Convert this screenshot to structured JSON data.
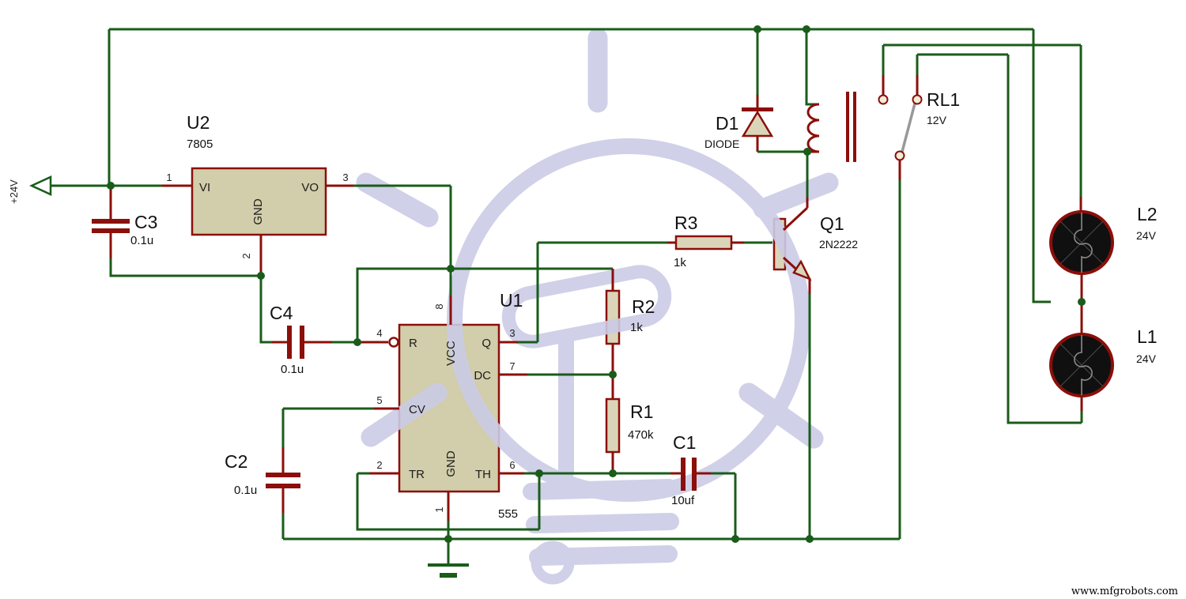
{
  "page": {
    "credit": "www.mfgrobots.com"
  },
  "power": {
    "rail_label": "+24V"
  },
  "colors": {
    "wire": "#1a5c1a",
    "component": "#8b0f0a",
    "body_fill": "#d2cdaa",
    "watermark": "#cbcbe6"
  },
  "components": {
    "u2": {
      "ref": "U2",
      "value": "7805",
      "pins": {
        "vi": "VI",
        "vo": "VO",
        "gnd": "GND",
        "n1": "1",
        "n2": "2",
        "n3": "3"
      }
    },
    "u1": {
      "ref": "U1",
      "value": "555",
      "pins": {
        "r": "R",
        "cv": "CV",
        "tr": "TR",
        "vcc": "VCC",
        "gnd": "GND",
        "q": "Q",
        "dc": "DC",
        "th": "TH",
        "n1": "1",
        "n2": "2",
        "n3": "3",
        "n4": "4",
        "n5": "5",
        "n6": "6",
        "n7": "7",
        "n8": "8"
      }
    },
    "c1": {
      "ref": "C1",
      "value": "10uf"
    },
    "c2": {
      "ref": "C2",
      "value": "0.1u"
    },
    "c3": {
      "ref": "C3",
      "value": "0.1u"
    },
    "c4": {
      "ref": "C4",
      "value": "0.1u"
    },
    "r1": {
      "ref": "R1",
      "value": "470k"
    },
    "r2": {
      "ref": "R2",
      "value": "1k"
    },
    "r3": {
      "ref": "R3",
      "value": "1k"
    },
    "q1": {
      "ref": "Q1",
      "value": "2N2222"
    },
    "d1": {
      "ref": "D1",
      "value": "DIODE"
    },
    "rl1": {
      "ref": "RL1",
      "value": "12V"
    },
    "l1": {
      "ref": "L1",
      "value": "24V"
    },
    "l2": {
      "ref": "L2",
      "value": "24V"
    }
  }
}
